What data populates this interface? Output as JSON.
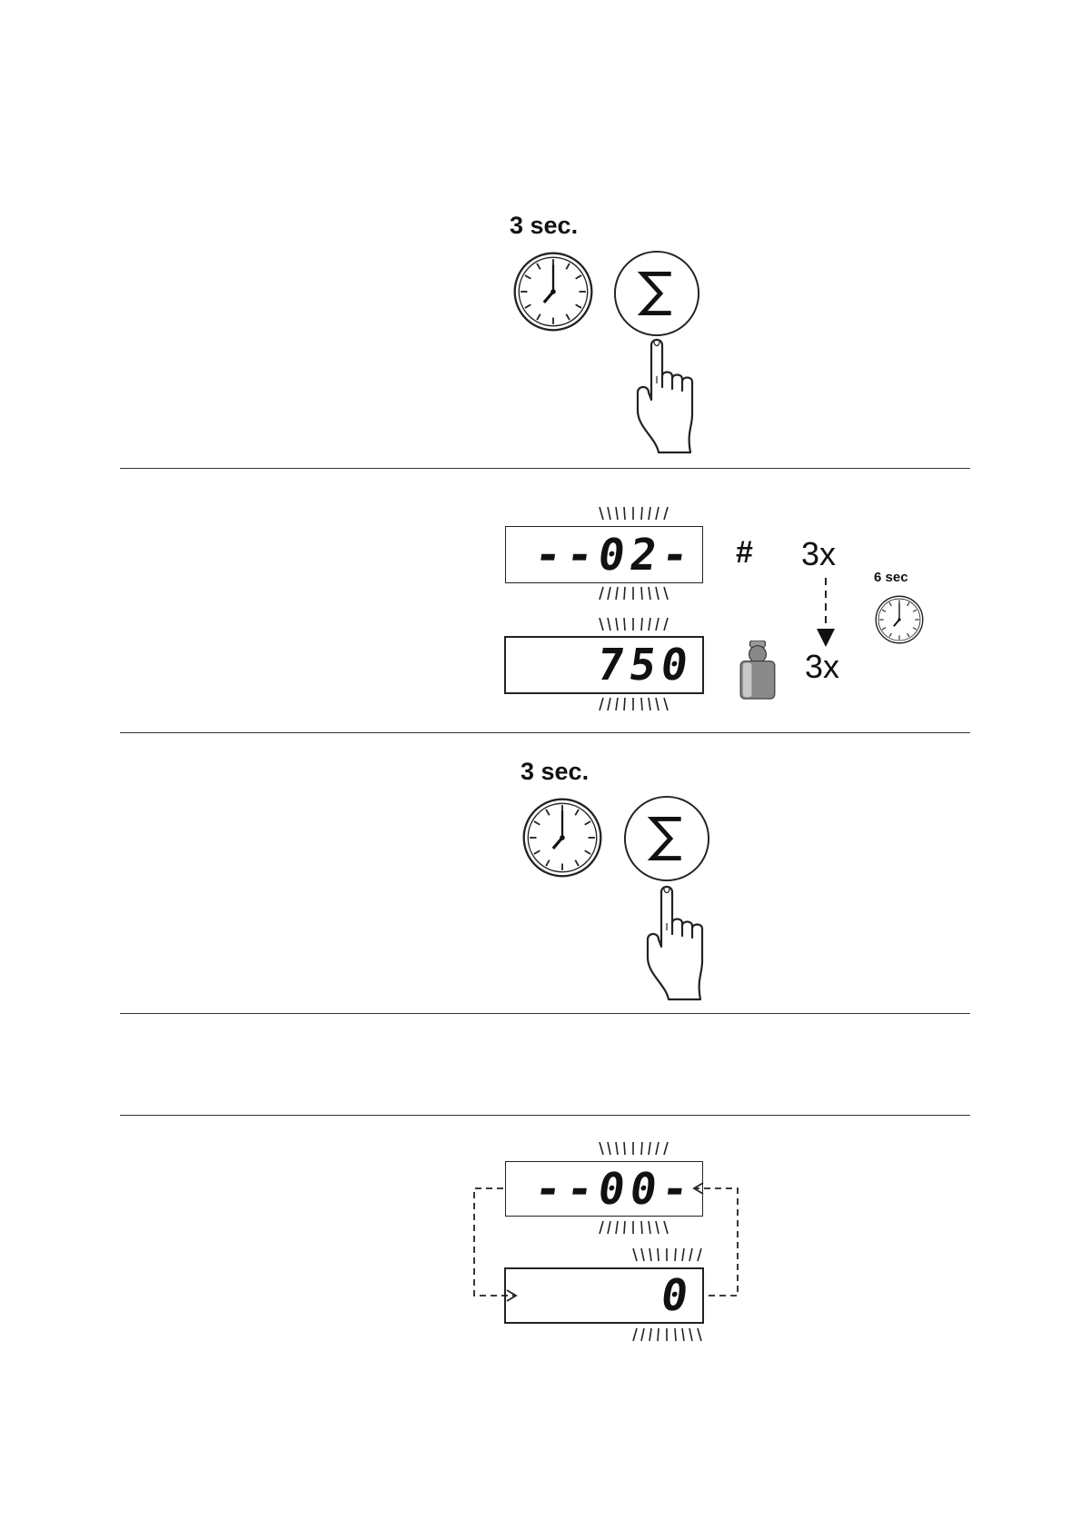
{
  "section1": {
    "duration_label": "3 sec.",
    "key_symbol": "Σ"
  },
  "section2": {
    "display_top": "--02-",
    "display_bottom": "750",
    "hash_symbol": "#",
    "repeat_top": "3x",
    "repeat_bottom": "3x",
    "timer_label": "6 sec"
  },
  "section3": {
    "duration_label": "3 sec.",
    "key_symbol": "Σ"
  },
  "section5": {
    "display_top": "--00-",
    "display_bottom": "0"
  },
  "icons": {
    "clock": "clock-icon",
    "key": "sigma-key-icon",
    "finger": "pointing-hand-icon",
    "weight": "calibration-weight-icon",
    "arrow": "dashed-arrow-icon"
  }
}
